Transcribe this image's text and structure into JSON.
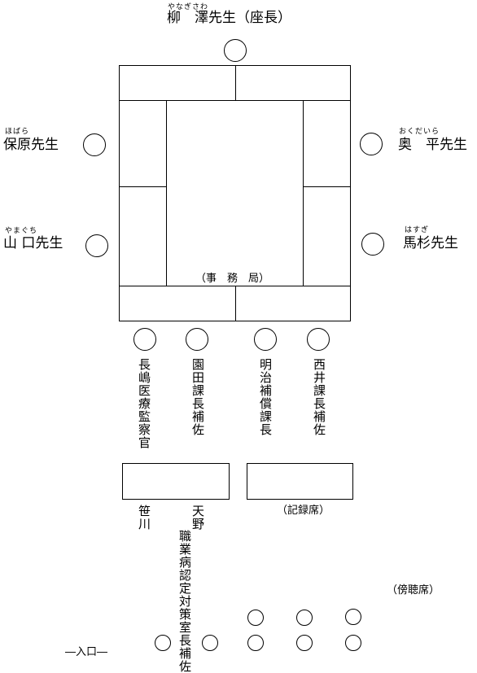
{
  "chair": {
    "ruby": "やなぎさわ",
    "name": "柳　澤先生（座長）"
  },
  "left_upper": {
    "ruby": "ほばら",
    "name": "保原先生"
  },
  "left_lower": {
    "ruby": "やまぐち",
    "name": "山 口先生"
  },
  "right_upper": {
    "ruby": "おくだいら",
    "name": "奥　平先生"
  },
  "right_lower": {
    "ruby": "はすぎ",
    "name": "馬杉先生"
  },
  "secretariat": "（事　務　局）",
  "officials": [
    {
      "name": "長嶋医療監察官"
    },
    {
      "name": "園田課長補佐"
    },
    {
      "name": "明治補償課長"
    },
    {
      "name": "西井課長補佐"
    }
  ],
  "staff": [
    {
      "name": "笹川"
    },
    {
      "line1": "天野",
      "line2": "職業病認定対策室長補佐"
    }
  ],
  "record_seat": "（記録席）",
  "gallery": "（傍聴席）",
  "entrance": "―入口―"
}
